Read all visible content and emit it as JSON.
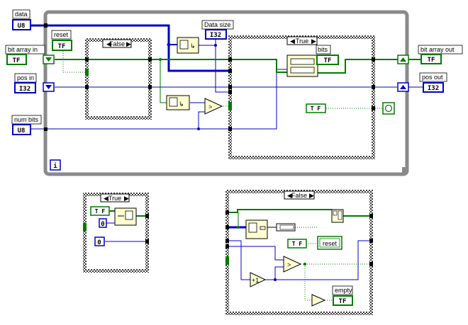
{
  "labels": {
    "data": "data",
    "reset": "reset",
    "bit_array_in": "bit array in",
    "pos_in": "pos in",
    "num_bits": "num bits",
    "data_size": "Data size",
    "bits": "bits",
    "bit_array_out": "bit array out",
    "pos_out": "pos out",
    "empty": "empty"
  },
  "terminals": {
    "u8": "U8",
    "tf": "TF",
    "i32": "I32",
    "const_zero": "0",
    "reset_const": "reset",
    "loop_index": "i",
    "tf_small": "T F"
  },
  "case_selectors": {
    "top_left": "False",
    "top_right": "True",
    "bottom_left": "True",
    "bottom_right": "False"
  },
  "colors": {
    "blue_wire": "#0000c0",
    "green_wire": "#007a00",
    "frame_gray": "#8a8a8a"
  }
}
